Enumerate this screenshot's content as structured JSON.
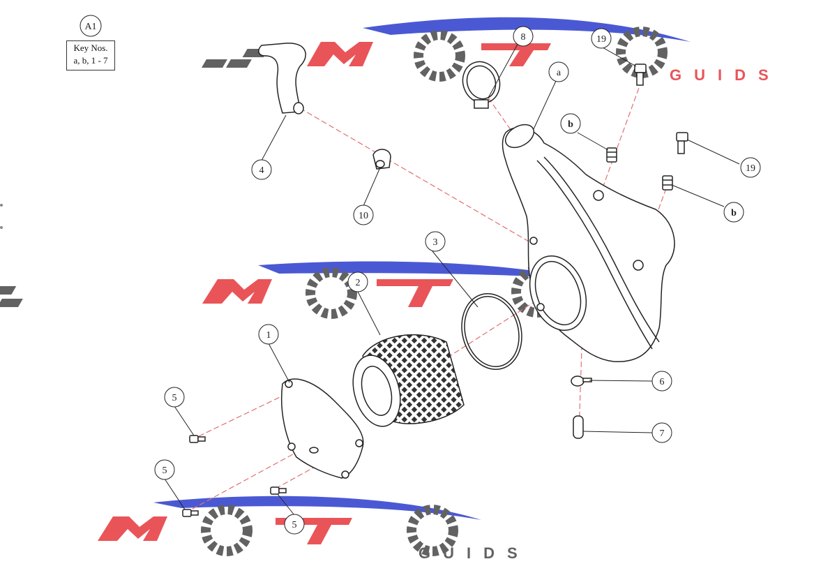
{
  "diagram": {
    "section_code": "A1",
    "key_box": {
      "line1": "Key Nos.",
      "line2": "a, b, 1 - 7"
    },
    "callouts": {
      "c1": "1",
      "c2": "2",
      "c3": "3",
      "c4": "4",
      "c5a": "5",
      "c5b": "5",
      "c5c": "5",
      "c6": "6",
      "c7": "7",
      "c8": "8",
      "c10": "10",
      "c19a": "19",
      "c19b": "19",
      "ca": "a",
      "cb1": "b",
      "cb2": "b"
    }
  },
  "watermark": {
    "brand": "MOT",
    "sub": "GUIDS"
  },
  "colors": {
    "watermark_red": "#e8464a",
    "watermark_blue": "#3b4bd0",
    "watermark_gray": "#555555",
    "leader_red": "#e07070",
    "line": "#222222"
  }
}
